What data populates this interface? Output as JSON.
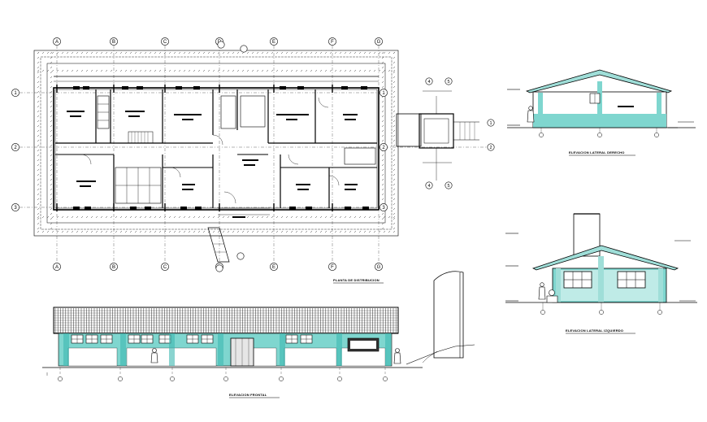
{
  "drawing": {
    "plan_title": "PLANTA DE DISTRIBUCION",
    "front_elevation_title": "ELEVACION FRONTAL",
    "side_elevation_right_title": "ELEVACION LATERAL DERECHO",
    "side_elevation_left_title": "ELEVACION LATERAL IZQUIERDO"
  },
  "grid": {
    "columns": [
      "A",
      "B",
      "C",
      "D",
      "E",
      "F",
      "G"
    ],
    "rows": [
      "1",
      "2",
      "3"
    ]
  },
  "colors": {
    "line": "#000000",
    "wall_fill": "#7fd6cf",
    "roof_fill": "#9fded8",
    "accent": "#3cb8b0"
  }
}
